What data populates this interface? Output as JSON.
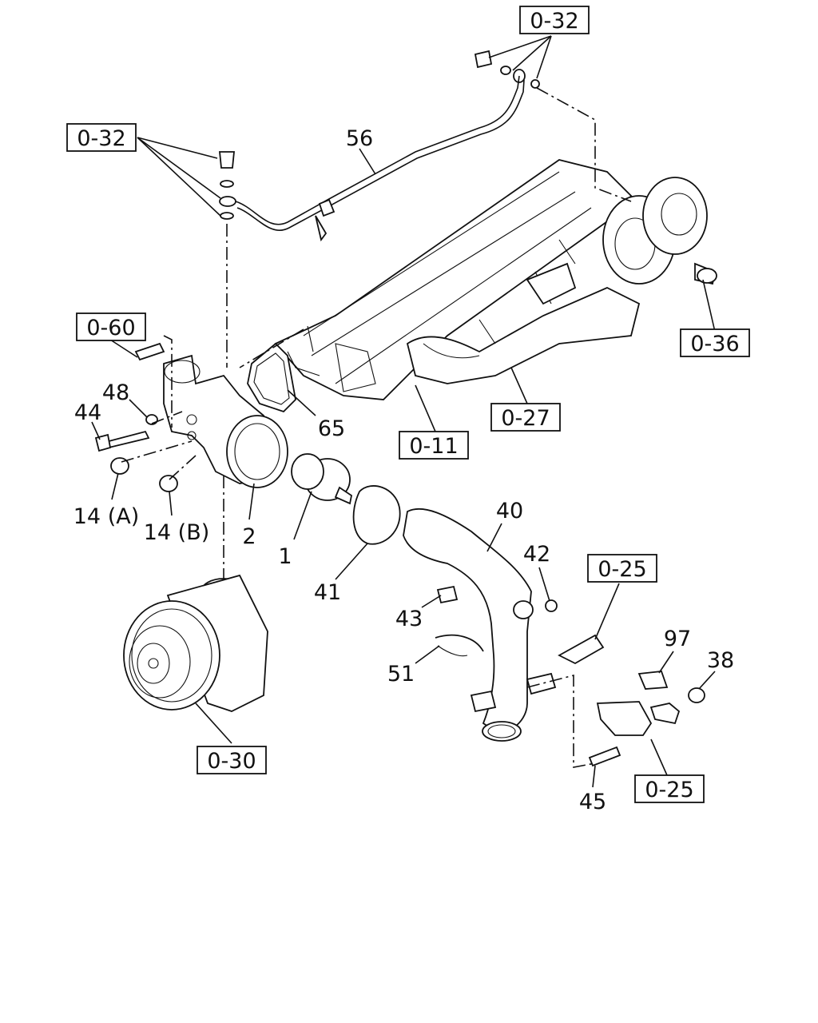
{
  "callouts": {
    "c56": "56",
    "c65": "65",
    "c48": "48",
    "c44": "44",
    "c14a": "14 (A)",
    "c14b": "14 (B)",
    "c2": "2",
    "c1": "1",
    "c41": "41",
    "c40": "40",
    "c42": "42",
    "c43": "43",
    "c51": "51",
    "c97": "97",
    "c38": "38",
    "c45": "45"
  },
  "refs": {
    "r032a": "0-32",
    "r032b": "0-32",
    "r060": "0-60",
    "r036": "0-36",
    "r027": "0-27",
    "r011": "0-11",
    "r025a": "0-25",
    "r030": "0-30",
    "r025b": "0-25"
  }
}
